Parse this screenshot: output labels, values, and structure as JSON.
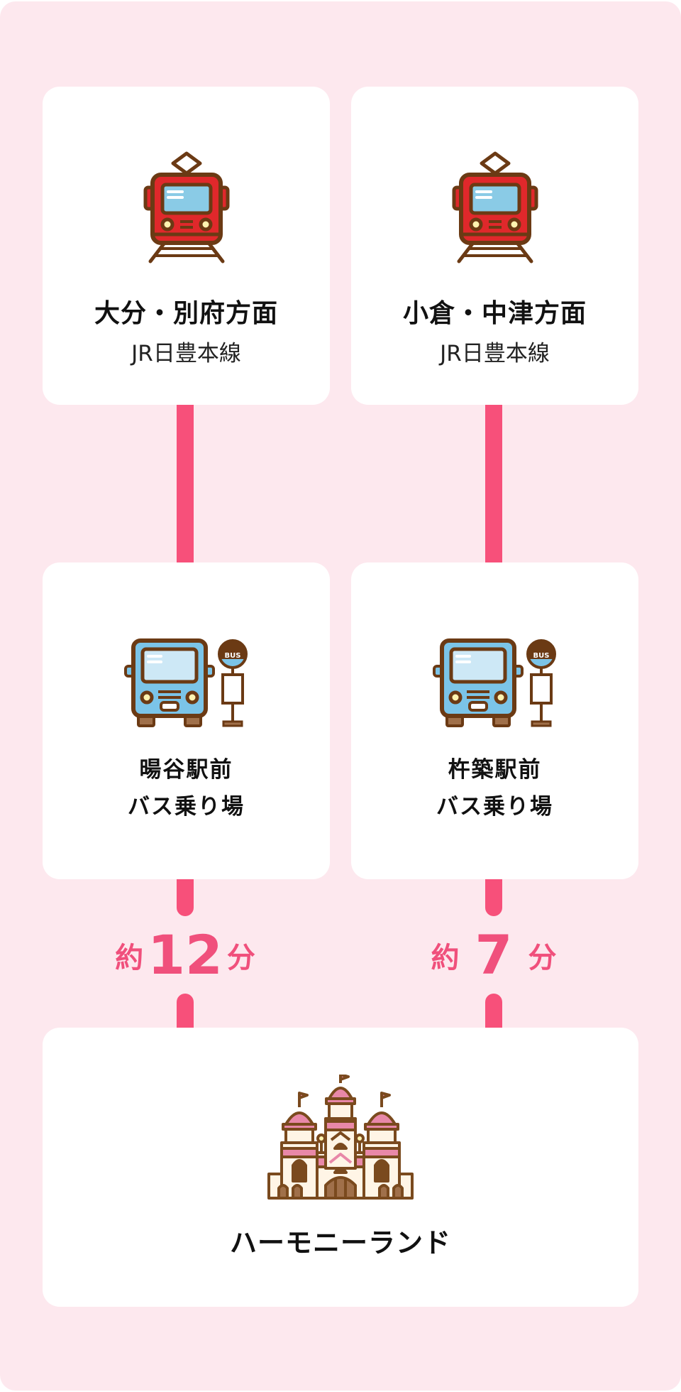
{
  "colors": {
    "background": "#FDE8EE",
    "card": "#FFFFFF",
    "connector": "#F7507A",
    "time_text": "#F0507C",
    "text": "#111111"
  },
  "routes": [
    {
      "origin": {
        "icon": "train-icon",
        "title": "大分・別府方面",
        "subtitle": "JR日豊本線"
      },
      "stop": {
        "icon": "bus-stop-icon",
        "line1": "暘谷駅前",
        "line2": "バス乗り場",
        "sign_label": "BUS"
      },
      "travel_time": {
        "prefix": "約",
        "value": "12",
        "unit": "分"
      }
    },
    {
      "origin": {
        "icon": "train-icon",
        "title": "小倉・中津方面",
        "subtitle": "JR日豊本線"
      },
      "stop": {
        "icon": "bus-stop-icon",
        "line1": "杵築駅前",
        "line2": "バス乗り場",
        "sign_label": "BUS"
      },
      "travel_time": {
        "prefix": "約",
        "value": "7",
        "unit": "分"
      }
    }
  ],
  "destination": {
    "icon": "castle-icon",
    "title": "ハーモニーランド"
  }
}
